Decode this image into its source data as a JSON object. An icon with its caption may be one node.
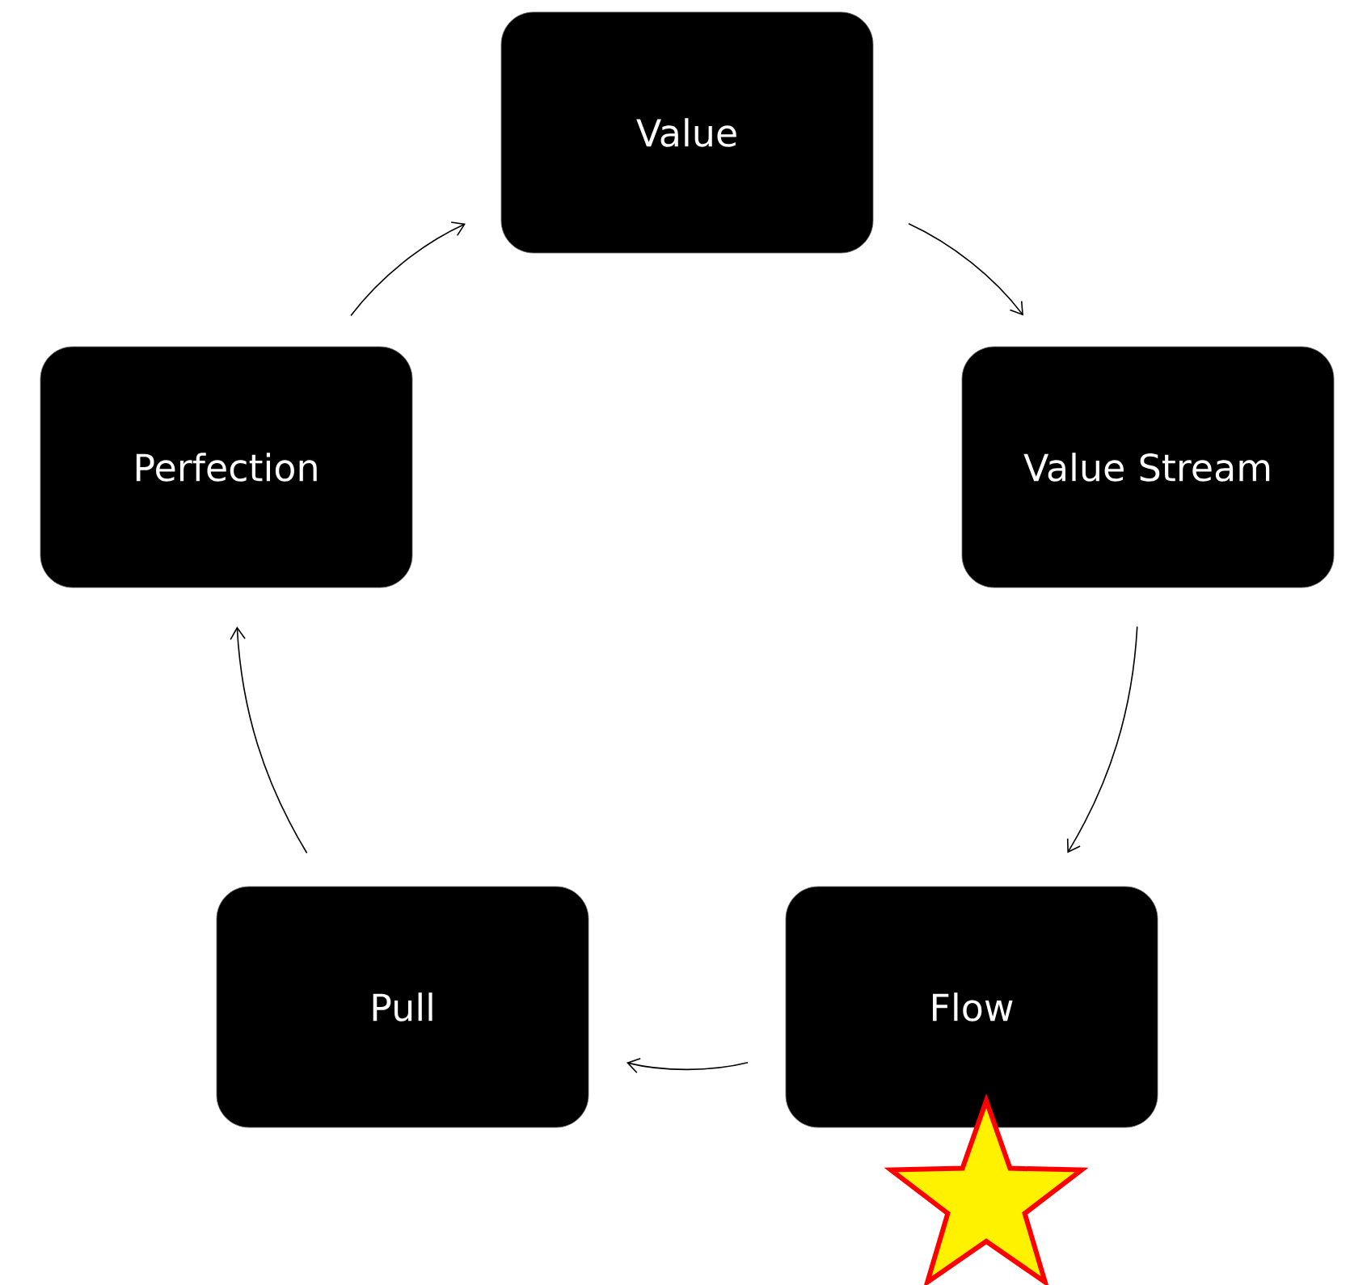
{
  "diagram": {
    "nodes": [
      {
        "text": [
          "Value"
        ]
      },
      {
        "text": [
          "Value Stream"
        ]
      },
      {
        "text": [
          "Flow"
        ]
      },
      {
        "text": [
          "Pull"
        ]
      },
      {
        "text": [
          "Perfection"
        ]
      }
    ],
    "edges": [
      {
        "from": 0,
        "to": 1,
        "arrow": "to"
      },
      {
        "from": 1,
        "to": 2,
        "arrow": "to"
      },
      {
        "from": 2,
        "to": 3,
        "arrow": "to"
      },
      {
        "from": 3,
        "to": 4,
        "arrow": "to"
      },
      {
        "from": 4,
        "to": 0,
        "arrow": "to"
      }
    ]
  }
}
